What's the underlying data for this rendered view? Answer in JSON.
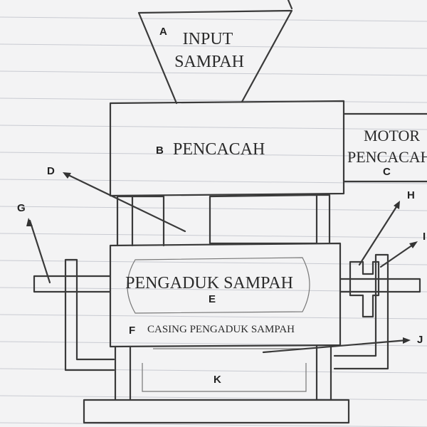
{
  "diagram": {
    "hopper": {
      "letter": "A",
      "line1": "INPUT",
      "line2": "SAMPAH"
    },
    "chopper": {
      "letter": "B",
      "label": "PENCACAH"
    },
    "motor": {
      "letter": "C",
      "line1": "MOTOR",
      "line2": "PENCACAH"
    },
    "chute_pointer": {
      "letter": "D"
    },
    "mixer": {
      "letter": "E",
      "label": "PENGADUK SAMPAH"
    },
    "casing": {
      "letter": "F",
      "label": "CASING PENGADUK SAMPAH"
    },
    "shaft_left": {
      "letter": "G"
    },
    "pulley": {
      "letter": "H"
    },
    "bearing_right": {
      "letter": "I"
    },
    "outlet": {
      "letter": "J"
    },
    "tray": {
      "letter": "K"
    }
  }
}
